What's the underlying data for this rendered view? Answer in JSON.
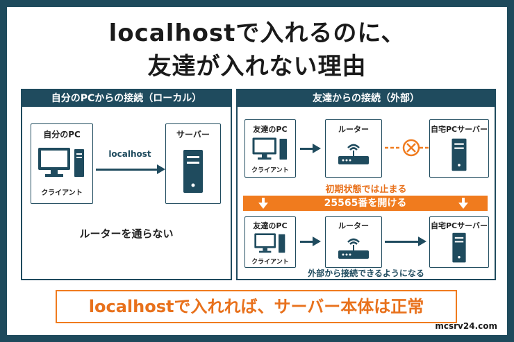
{
  "title": {
    "line1": "localhostで入れるのに、",
    "line2": "友達が入れない理由"
  },
  "left_panel": {
    "header": "自分のPCからの接続（ローカル）",
    "pc_label": "自分のPC",
    "client_label": "クライアント",
    "server_label": "サーバー",
    "arrow_label": "localhost",
    "note": "ルーターを通らない"
  },
  "right_panel": {
    "header": "友達からの接続（外部）",
    "top": {
      "pc_label": "友達のPC",
      "client_label": "クライアント",
      "router_label": "ルーター",
      "server_label": "自宅PCサーバー",
      "status": "初期状態では止まる"
    },
    "band": "25565番を開ける",
    "bottom": {
      "pc_label": "友達のPC",
      "client_label": "クライアント",
      "router_label": "ルーター",
      "server_label": "自宅PCサーバー",
      "status": "外部から接続できるようになる"
    }
  },
  "banner": "localhostで入れれば、サーバー本体は正常",
  "footer": "mcsrv24.com",
  "colors": {
    "navy": "#1f4b5e",
    "orange": "#f07b1e",
    "frame": "#1e4a5c"
  },
  "icons": [
    "desktop-pc-icon",
    "server-tower-icon",
    "router-icon",
    "blocked-x-icon",
    "down-arrow-icon"
  ]
}
